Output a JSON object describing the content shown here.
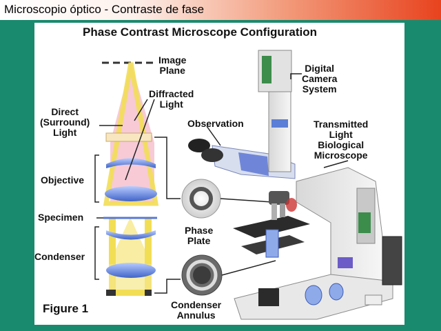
{
  "window": {
    "title": "Microscopio óptico - Contraste de fase"
  },
  "figure": {
    "title": "Phase Contrast Microscope Configuration",
    "number": "Figure 1",
    "labels": {
      "image_plane_1": "Image",
      "image_plane_2": "Plane",
      "diffracted_1": "Diffracted",
      "diffracted_2": "Light",
      "direct_1": "Direct",
      "direct_2": "(Surround)",
      "direct_3": "Light",
      "objective": "Objective",
      "specimen": "Specimen",
      "condenser": "Condenser",
      "observation": "Observation",
      "camera_1": "Digital",
      "camera_2": "Camera",
      "camera_3": "System",
      "microscope_1": "Transmitted",
      "microscope_2": "Light",
      "microscope_3": "Biological",
      "microscope_4": "Microscope",
      "phase_plate_1": "Phase",
      "phase_plate_2": "Plate",
      "annulus_1": "Condenser",
      "annulus_2": "Annulus"
    }
  },
  "colors": {
    "background": "#1a8a6e",
    "title_gradient_end": "#e8431e",
    "direct_light": "#f4b8c8",
    "diffracted_light": "#f2de55",
    "lens": "#5b7fd6"
  }
}
